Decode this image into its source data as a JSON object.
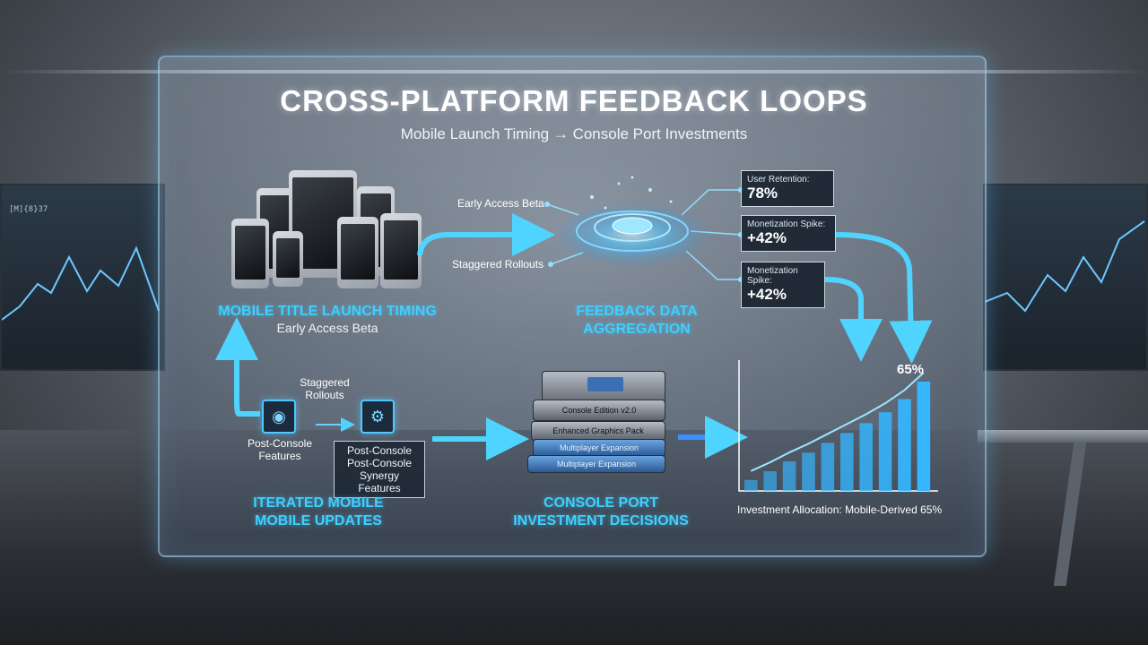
{
  "title": "CROSS-PLATFORM FEEDBACK LOOPS",
  "subtitle": "Mobile Launch Timing → Console Port Investments",
  "mobile_launch": {
    "label": "MOBILE TITLE LAUNCH TIMING",
    "sublabel": "Early Access Beta"
  },
  "hub": {
    "label_line1": "FEEDBACK DATA",
    "label_line2": "AGGREGATION",
    "input_early": "Early Access Beta",
    "input_staggered": "Staggered Rollouts"
  },
  "stats": [
    {
      "label": "User Retention:",
      "value": "78%"
    },
    {
      "label": "Monetization Spike:",
      "value": "+42%"
    },
    {
      "label": "Monetization Spike:",
      "value": "+42%"
    }
  ],
  "iterated": {
    "label_line1": "ITERATED MOBILE",
    "label_line2": "MOBILE UPDATES",
    "staggered_line1": "Staggered",
    "staggered_line2": "Rollouts",
    "post_console_line1": "Post-Console",
    "post_console_line2": "Features",
    "feature_box_line1": "Post-Console",
    "feature_box_line2": "Post-Console",
    "feature_box_line3": "Synergy Features"
  },
  "console": {
    "label_line1": "CONSOLE PORT",
    "label_line2": "INVESTMENT DECISIONS",
    "drive_labels": [
      "Console Edition v2.0",
      "Enhanced Graphics Pack",
      "Multiplayer Expansion",
      "Multiplayer Expansion"
    ]
  },
  "chart_data": {
    "type": "bar",
    "values": [
      10,
      18,
      27,
      35,
      44,
      53,
      62,
      72,
      84,
      100
    ],
    "top_label": "65%",
    "caption": "Investment Allocation: Mobile-Derived 65%",
    "trend": true,
    "bar_color": "#35b6ff"
  },
  "colors": {
    "accent": "#3ed0ff",
    "panel_border": "#a0d7f5"
  },
  "wall_screen_text": "[M]{8}37"
}
